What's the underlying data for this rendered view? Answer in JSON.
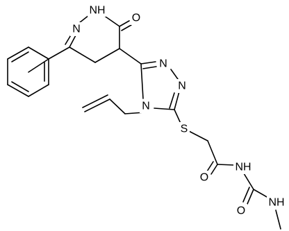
{
  "molecule": {
    "atom_labels": {
      "nh_ring": "NH",
      "n_ring": "N",
      "o_ketone": "O",
      "n_triazole_top": "N",
      "n_triazole_right": "N",
      "n_triazole_allyl": "N",
      "s_thioether": "S",
      "o_amide": "O",
      "nh_amide": "NH",
      "o_urea": "O",
      "nh_urea": "NH"
    },
    "colors": {
      "bond": "#000000",
      "label": "#000000",
      "background": "#ffffff"
    }
  }
}
